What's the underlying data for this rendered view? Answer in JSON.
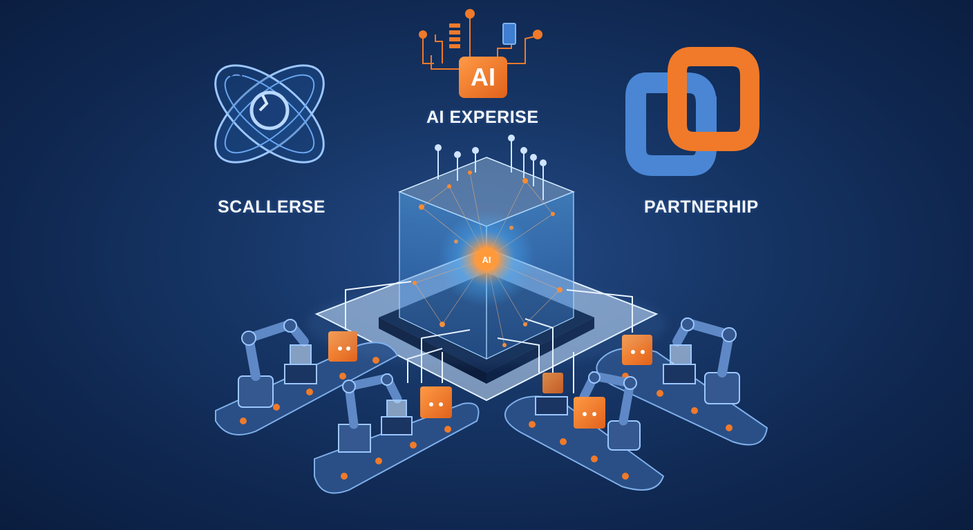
{
  "labels": {
    "left": "SCALLERSE",
    "top": "AI EXPERISE",
    "right": "PARTNERHIP",
    "badge": "AI",
    "core": "AI"
  },
  "colors": {
    "background": "#132f5c",
    "accent_orange": "#f07a2a",
    "accent_blue": "#4a86d4",
    "glow_cyan": "#8fd3ff",
    "text": "#f4f7fb"
  },
  "icons": {
    "left": "orbit-scale-icon",
    "top": "ai-chip-icon",
    "right": "interlocking-links-icon"
  }
}
